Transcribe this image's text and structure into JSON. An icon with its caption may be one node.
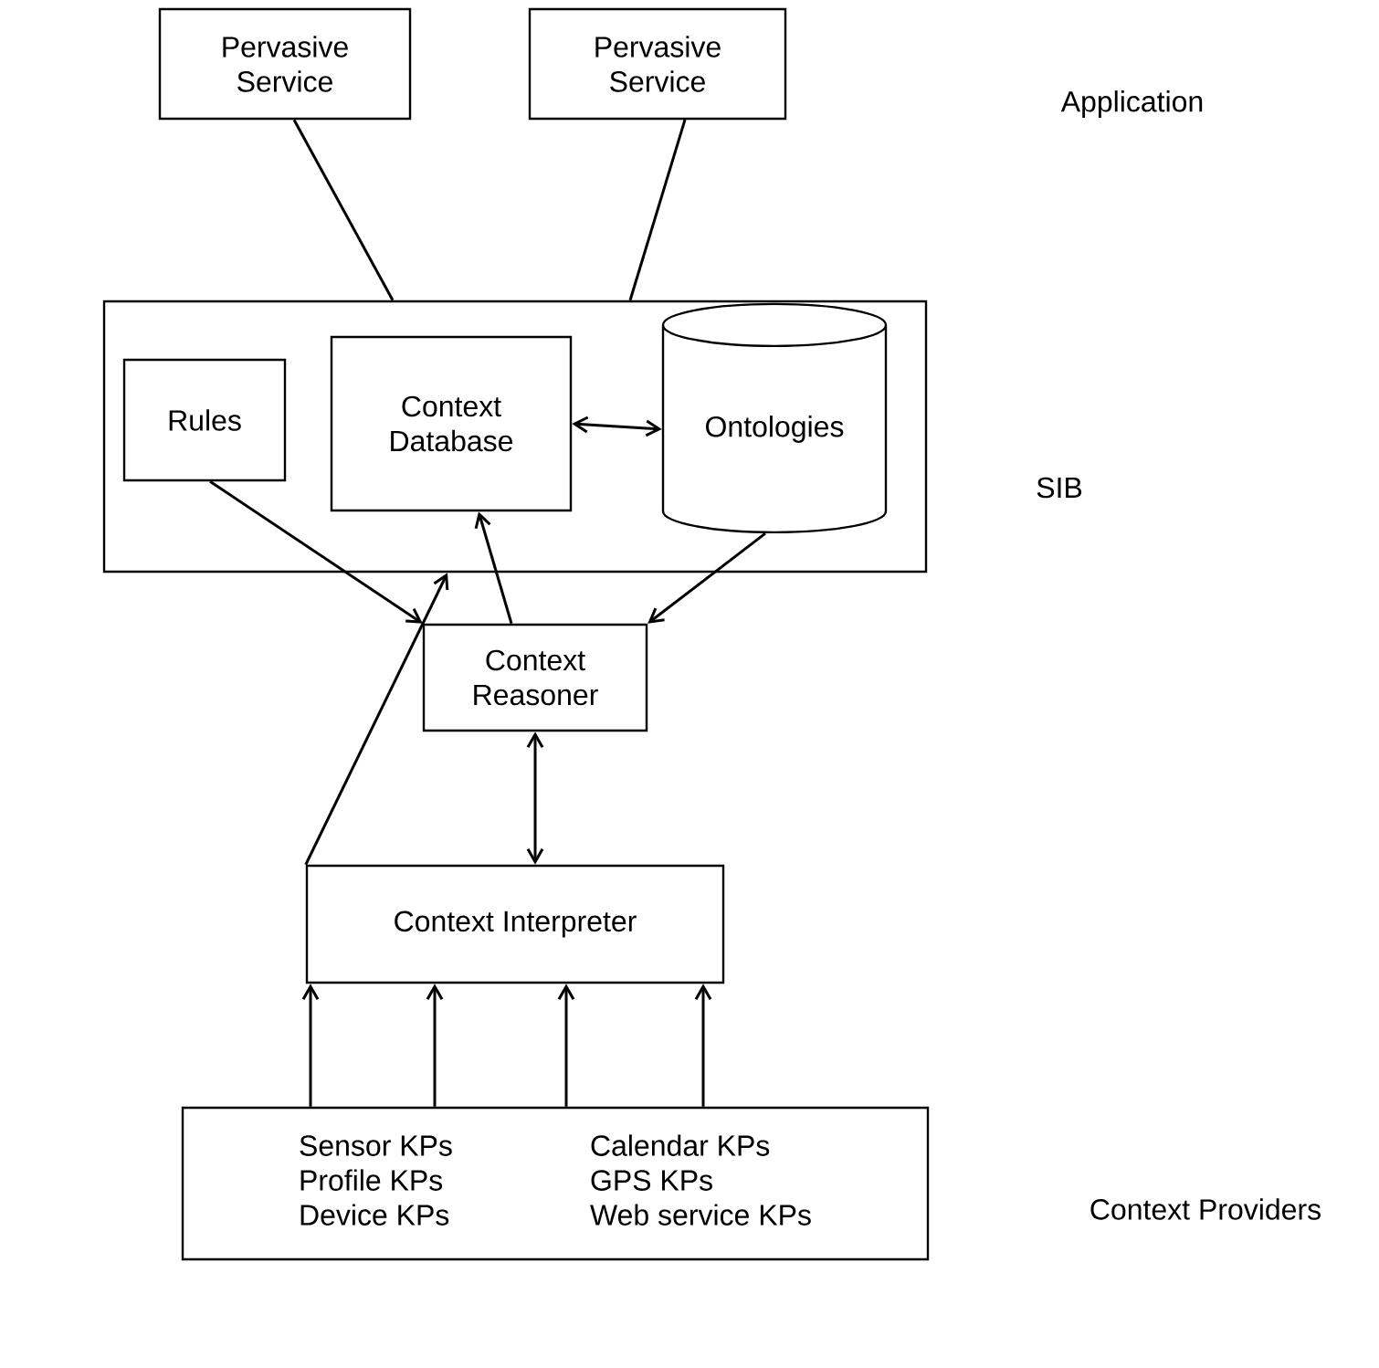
{
  "diagram": {
    "nodes": [
      {
        "text": [
          "Pervasive Service"
        ]
      },
      {
        "text": [
          "Pervasive Service"
        ]
      },
      {
        "text": [],
        "shape": "box"
      },
      {
        "text": [
          "Rules"
        ],
        "in": 2
      },
      {
        "text": [
          "Context Database"
        ],
        "in": 2
      },
      {
        "text": [
          "Ontologies"
        ],
        "in": 2
      },
      {
        "text": [
          "Context Reasoner"
        ]
      },
      {
        "text": [
          "Context Interpreter"
        ]
      },
      {
        "text": [
          "Sensor KPs",
          "Profile KPs",
          "Device KPs",
          "Calendar KPs",
          "GPS KPs",
          "Web service KPs"
        ]
      }
    ],
    "edges": [
      {
        "from": 0,
        "to": 2,
        "arrow": "none"
      },
      {
        "from": 1,
        "to": 2,
        "arrow": "none"
      },
      {
        "from": 4,
        "to": 5,
        "arrow": "both"
      },
      {
        "from": 3,
        "to": 6,
        "arrow": "to"
      },
      {
        "from": 6,
        "to": 4,
        "arrow": "to"
      },
      {
        "from": 5,
        "to": 6,
        "arrow": "to"
      },
      {
        "from": 6,
        "to": 7,
        "arrow": "both"
      },
      {
        "from": 7,
        "to": 2,
        "arrow": "to"
      },
      {
        "from": 8,
        "to": 7,
        "arrow": "to"
      },
      {
        "from": 8,
        "to": 7,
        "arrow": "to"
      },
      {
        "from": 8,
        "to": 7,
        "arrow": "to"
      },
      {
        "from": 8,
        "to": 7,
        "arrow": "to"
      }
    ],
    "labels": [
      "Application",
      "SIB",
      "Context Providers"
    ]
  }
}
